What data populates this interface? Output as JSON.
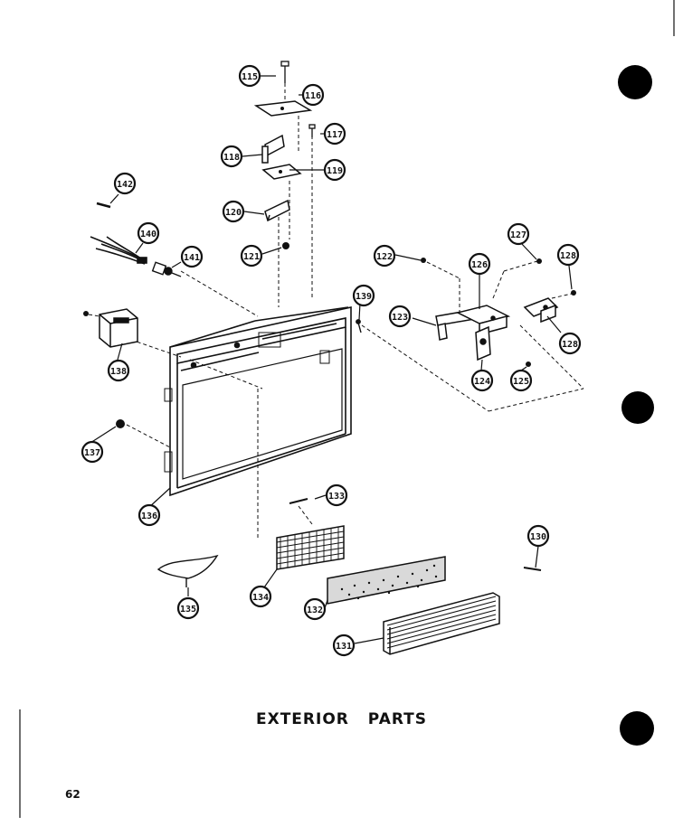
{
  "caption": "EXTERIOR PARTS",
  "page_number": "62",
  "callouts": {
    "c115": "115",
    "c116": "116",
    "c117": "117",
    "c118": "118",
    "c119": "119",
    "c120": "120",
    "c121": "121",
    "c122": "122",
    "c123": "123",
    "c124": "124",
    "c125": "125",
    "c126": "126",
    "c127": "127",
    "c128a": "128",
    "c128b": "128",
    "c130": "130",
    "c131": "131",
    "c132": "132",
    "c133": "133",
    "c134": "134",
    "c135": "135",
    "c136": "136",
    "c137": "137",
    "c138": "138",
    "c139": "139",
    "c140": "140",
    "c141": "141",
    "c142": "142"
  }
}
